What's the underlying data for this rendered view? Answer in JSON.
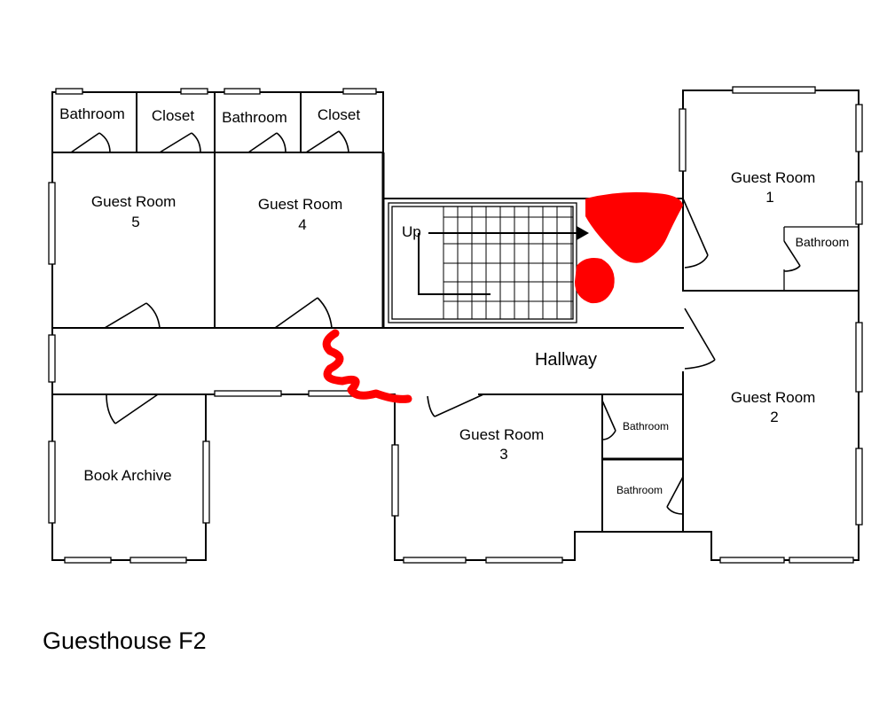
{
  "title": "Guesthouse F2",
  "rooms": {
    "bathroom_5": "Bathroom",
    "closet_5": "Closet",
    "bathroom_4": "Bathroom",
    "closet_4": "Closet",
    "guest_room_5": [
      "Guest Room",
      "5"
    ],
    "guest_room_4": [
      "Guest Room",
      "4"
    ],
    "guest_room_1": [
      "Guest Room",
      "1"
    ],
    "bathroom_1": "Bathroom",
    "hallway": "Hallway",
    "guest_room_2": [
      "Guest Room",
      "2"
    ],
    "guest_room_3": [
      "Guest Room",
      "3"
    ],
    "bathroom_3a": "Bathroom",
    "bathroom_3b": "Bathroom",
    "book_archive": "Book Archive"
  },
  "stairs": {
    "label": "Up"
  },
  "annotation_color": "#ff0000"
}
